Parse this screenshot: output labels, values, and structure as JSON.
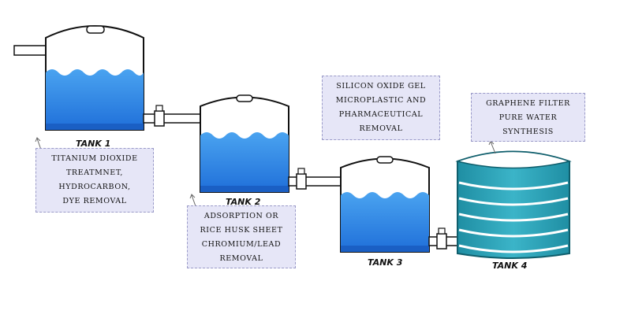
{
  "tanks": [
    {
      "label": "TANK 1",
      "notes": [
        "TITANIUM DIOXIDE",
        "TREATMNET,",
        "HYDROCARBON,",
        "DYE REMOVAL"
      ]
    },
    {
      "label": "TANK 2",
      "notes": [
        "ADSORPTION OR",
        "RICE HUSK SHEET",
        "CHROMIUM/LEAD",
        "REMOVAL"
      ]
    },
    {
      "label": "TANK 3",
      "notes": [
        "SILICON OXIDE GEL",
        "MICROPLASTIC AND",
        "PHARMACEUTICAL",
        "REMOVAL"
      ]
    },
    {
      "label": "TANK 4",
      "notes": [
        "GRAPHENE FILTER",
        "PURE WATER",
        "SYNTHESIS"
      ]
    }
  ],
  "colors": {
    "water_light": "#4aa3f0",
    "water_dark": "#1e6ad6",
    "tank_outline": "#111111",
    "note_bg": "#e6e6f7",
    "filter_teal": "#2c9fb4"
  }
}
